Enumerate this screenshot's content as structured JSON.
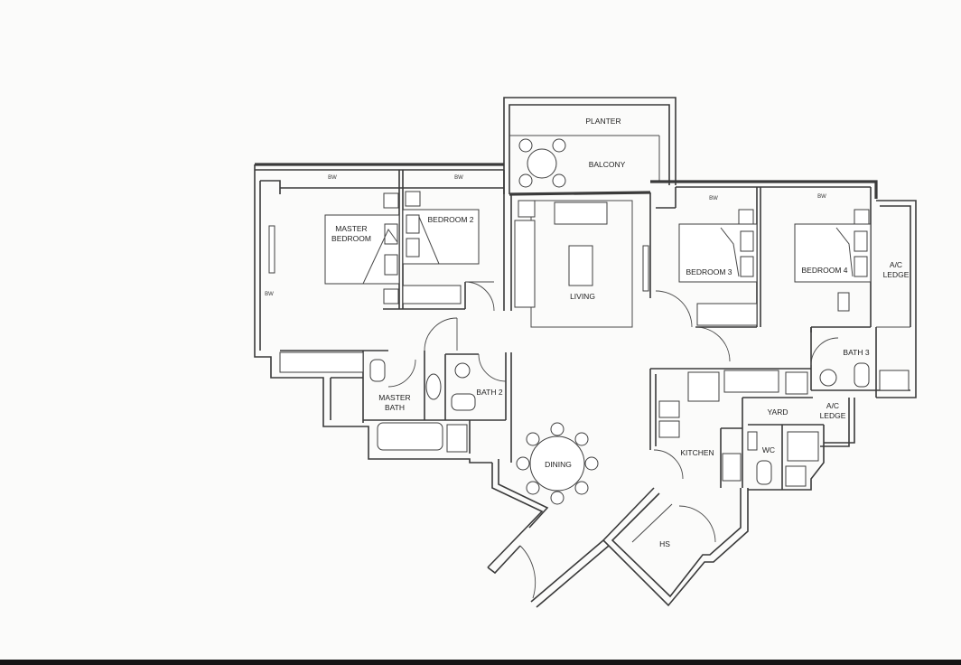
{
  "rooms": {
    "planter": "PLANTER",
    "balcony": "BALCONY",
    "master_bedroom_line1": "MASTER",
    "master_bedroom_line2": "BEDROOM",
    "bedroom2": "BEDROOM 2",
    "living": "LIVING",
    "bedroom3": "BEDROOM 3",
    "bedroom4": "BEDROOM 4",
    "ac_ledge_line1": "A/C",
    "ac_ledge_line2": "LEDGE",
    "master_bath_line1": "MASTER",
    "master_bath_line2": "BATH",
    "bath2": "BATH 2",
    "bath3": "BATH 3",
    "yard": "YARD",
    "kitchen": "KITCHEN",
    "wc": "WC",
    "dining": "DINING",
    "hs": "HS"
  },
  "wardrobe_labels": {
    "bw": "BW"
  },
  "colors": {
    "line": "#3a3a3a",
    "paper": "#fbfbfa"
  }
}
